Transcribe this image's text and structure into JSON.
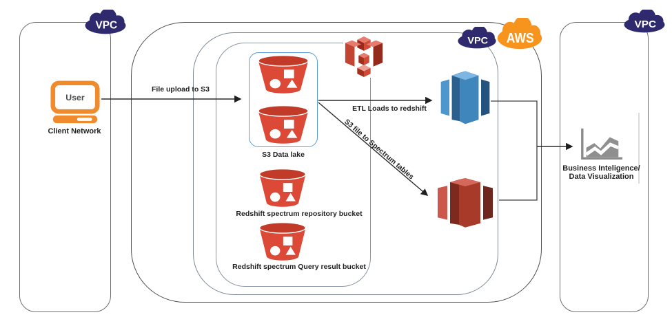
{
  "clouds": {
    "left_vpc": {
      "label": "VPC"
    },
    "middle_vpc": {
      "label": "VPC"
    },
    "aws": {
      "label": "AWS"
    },
    "right_vpc": {
      "label": "VPC"
    }
  },
  "client": {
    "user_label": "User",
    "caption": "Client Network"
  },
  "s3": {
    "data_lake_label": "S3 Data lake",
    "repository_bucket_label": "Redshift spectrum repository bucket",
    "query_result_bucket_label": "Redshift spectrum Query result bucket"
  },
  "bi": {
    "line1": "Business Inteligence/",
    "line2": "Data Visualization"
  },
  "edges": {
    "file_upload": "File upload to S3",
    "etl": "ETL Loads to redshift",
    "spectrum": "S3 file to Spectrum tables"
  },
  "icons": {
    "vpc_cloud": "cloud",
    "aws_cloud": "cloud",
    "user_laptop": "laptop",
    "s3_bucket": "bucket-with-square-circle-triangle",
    "s3_service": "s3-exploded-cube",
    "redshift": "redshift-database-prism",
    "spectrum": "redshift-spectrum-database-prism",
    "bi_chart": "area-chart"
  },
  "colors": {
    "vpc_cloud": "#2e2a6d",
    "aws_cloud": "#f7941d",
    "bucket_red": "#dc4a37",
    "bucket_rim": "#c23b28",
    "user_orange": "#ef8b2d",
    "redshift_blue": "#3f86bd",
    "spectrum_red": "#a83a2a",
    "chart_gray": "#8f8f8f",
    "s3_group_border": "#5b9bd5",
    "line": "#2b2b2b"
  }
}
